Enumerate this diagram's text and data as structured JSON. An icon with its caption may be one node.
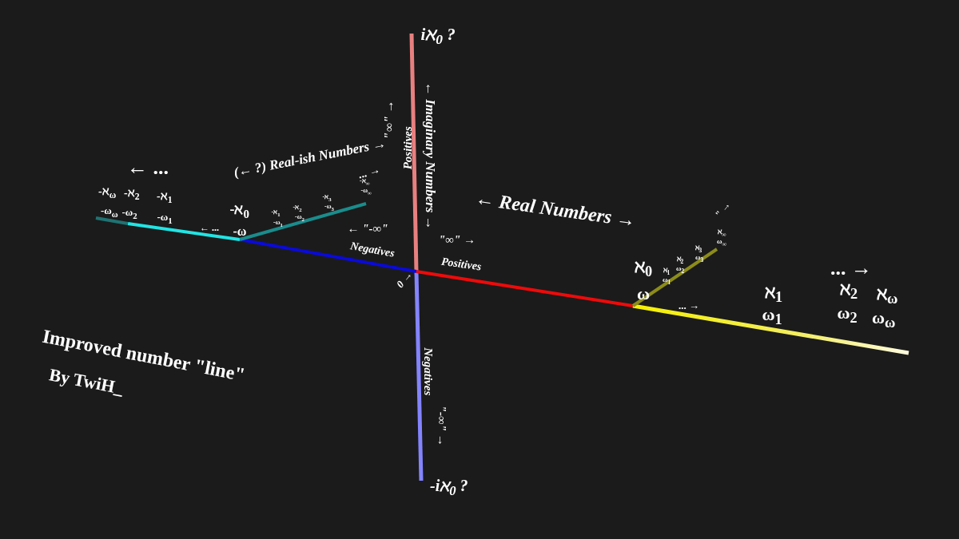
{
  "diagram": {
    "title": "Improved number \"line\"",
    "labels": [
      "iℵ$_{0}$ ?",
      "\"∞\" →",
      "← ...",
      "(← ?) Real-ish Numbers →",
      "... →",
      "-ℵ$_{ω}$",
      "-ℵ$_{2}$",
      "-ℵ$_{1}$",
      "-ω$_{ω}$",
      "-ω$_{2}$",
      "-ω$_{1}$",
      "-ℵ$_{0}$",
      "← ...",
      "-ω",
      "-ℵ$_{1}$",
      "-ω$_{1}$",
      "-ℵ$_{2}$",
      "-ω$_{2}$",
      "-ℵ$_{3}$",
      "-ω$_{3}$",
      "-ℵ$_{∞}$",
      "-ω$_{∞}$",
      "← \"-∞\"",
      "Negatives",
      "Positives",
      "← Imaginary Numbers →",
      "\"∞\" →",
      "Positives",
      "← Real Numbers →",
      "0 →",
      "ℵ$_{0}$",
      "ω",
      "ℵ$_{1}$",
      "ω$_{1}$",
      "ℵ$_{2}$",
      "ω$_{2}$",
      "ℵ$_{3}$",
      "ω$_{3}$",
      "ℵ$_{∞}$",
      "ω$_{∞}$",
      "\" →",
      "... →",
      "... →",
      "ℵ$_{1}$",
      "ω$_{1}$",
      "ℵ$_{2}$",
      "ω$_{2}$",
      "ℵ$_{ω}$",
      "ω$_{ω}$",
      "Negatives",
      "\"-∞\" →",
      "-iℵ$_{0}$ ?",
      "By TwiH_"
    ]
  }
}
